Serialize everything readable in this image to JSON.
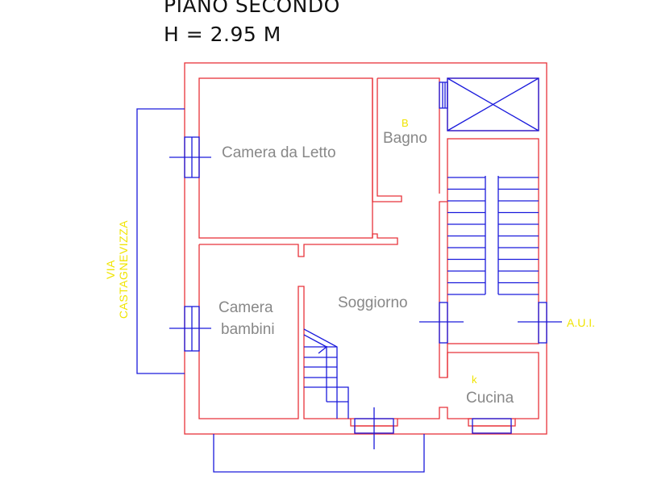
{
  "header": {
    "title": "PIANO SECONDO",
    "height": "H = 2.95 M"
  },
  "rooms": {
    "bedroom": "Camera da Letto",
    "bathroom": "Bagno",
    "bathroom_code": "B",
    "kids_room_line1": "Camera",
    "kids_room_line2": "bambini",
    "living": "Soggiorno",
    "kitchen": "Cucina",
    "kitchen_code": "k"
  },
  "labels": {
    "street": "VIA CASTAGNEVIZZA",
    "aui": "A.U.I."
  },
  "colors": {
    "walls": "#e8333a",
    "fixtures": "#1a1adc",
    "codes": "#f0e400",
    "room_text": "#888888"
  }
}
